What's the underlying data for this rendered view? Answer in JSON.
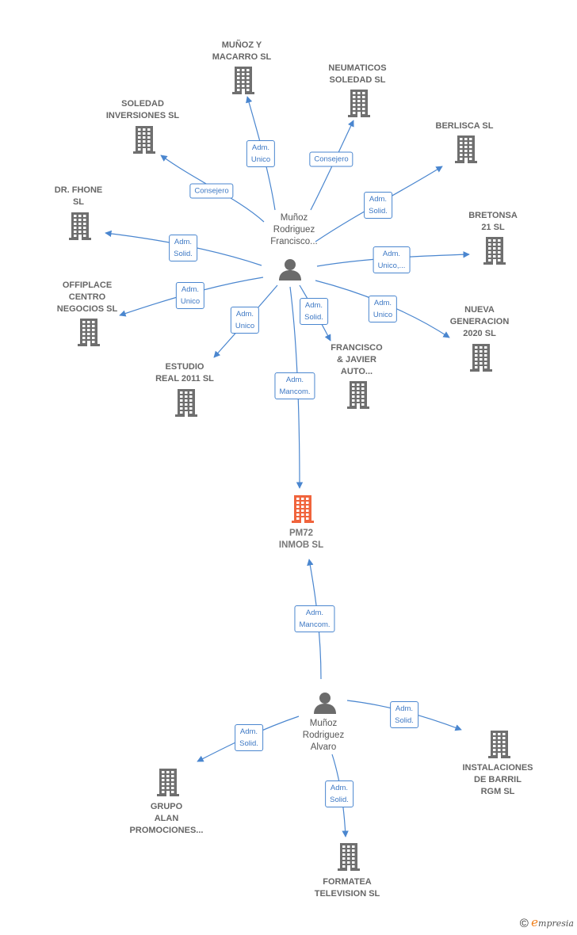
{
  "colors": {
    "edge": "#4a86cf",
    "building": "#6f6f6f",
    "target_building": "#f0643c",
    "person": "#6b6b6b"
  },
  "target": {
    "name": "PM72\nINMOB  SL"
  },
  "people": [
    {
      "id": "p1",
      "name": "Muñoz\nRodriguez\nFrancisco..."
    },
    {
      "id": "p2",
      "name": "Muñoz\nRodriguez\nAlvaro"
    }
  ],
  "companies": [
    {
      "id": "c1",
      "name": "MUÑOZ Y\nMACARRO  SL"
    },
    {
      "id": "c2",
      "name": "NEUMATICOS\nSOLEDAD SL"
    },
    {
      "id": "c3",
      "name": "SOLEDAD\nINVERSIONES SL"
    },
    {
      "id": "c4",
      "name": "BERLISCA SL"
    },
    {
      "id": "c5",
      "name": "DR.  FHONE\nSL"
    },
    {
      "id": "c6",
      "name": "BRETONSA\n21  SL"
    },
    {
      "id": "c7",
      "name": "OFFIPLACE\nCENTRO\nNEGOCIOS  SL"
    },
    {
      "id": "c8",
      "name": "NUEVA\nGENERACION\n2020  SL"
    },
    {
      "id": "c9",
      "name": "FRANCISCO\n& JAVIER\nAUTO..."
    },
    {
      "id": "c10",
      "name": "ESTUDIO\nREAL 2011 SL"
    },
    {
      "id": "c11",
      "name": "INSTALACIONES\nDE BARRIL\nRGM  SL"
    },
    {
      "id": "c12",
      "name": "GRUPO\nALAN\nPROMOCIONES..."
    },
    {
      "id": "c13",
      "name": "FORMATEA\nTELEVISION SL"
    }
  ],
  "relations": [
    {
      "from": "p1",
      "to": "c1",
      "label": "Adm.\nUnico"
    },
    {
      "from": "p1",
      "to": "c2",
      "label": "Consejero"
    },
    {
      "from": "p1",
      "to": "c3",
      "label": "Consejero"
    },
    {
      "from": "p1",
      "to": "c4",
      "label": "Adm.\nSolid."
    },
    {
      "from": "p1",
      "to": "c5",
      "label": "Adm.\nSolid."
    },
    {
      "from": "p1",
      "to": "c6",
      "label": "Adm.\nUnico,..."
    },
    {
      "from": "p1",
      "to": "c7",
      "label": "Adm.\nUnico"
    },
    {
      "from": "p1",
      "to": "c8",
      "label": "Adm.\nUnico"
    },
    {
      "from": "p1",
      "to": "c9",
      "label": "Adm.\nSolid."
    },
    {
      "from": "p1",
      "to": "c10",
      "label": "Adm.\nUnico"
    },
    {
      "from": "p1",
      "to": "target",
      "label": "Adm.\nMancom."
    },
    {
      "from": "p2",
      "to": "target",
      "label": "Adm.\nMancom."
    },
    {
      "from": "p2",
      "to": "c11",
      "label": "Adm.\nSolid."
    },
    {
      "from": "p2",
      "to": "c12",
      "label": "Adm.\nSolid."
    },
    {
      "from": "p2",
      "to": "c13",
      "label": "Adm.\nSolid."
    }
  ],
  "brand": {
    "copyright": "©",
    "e": "e",
    "rest": "mpresia"
  }
}
